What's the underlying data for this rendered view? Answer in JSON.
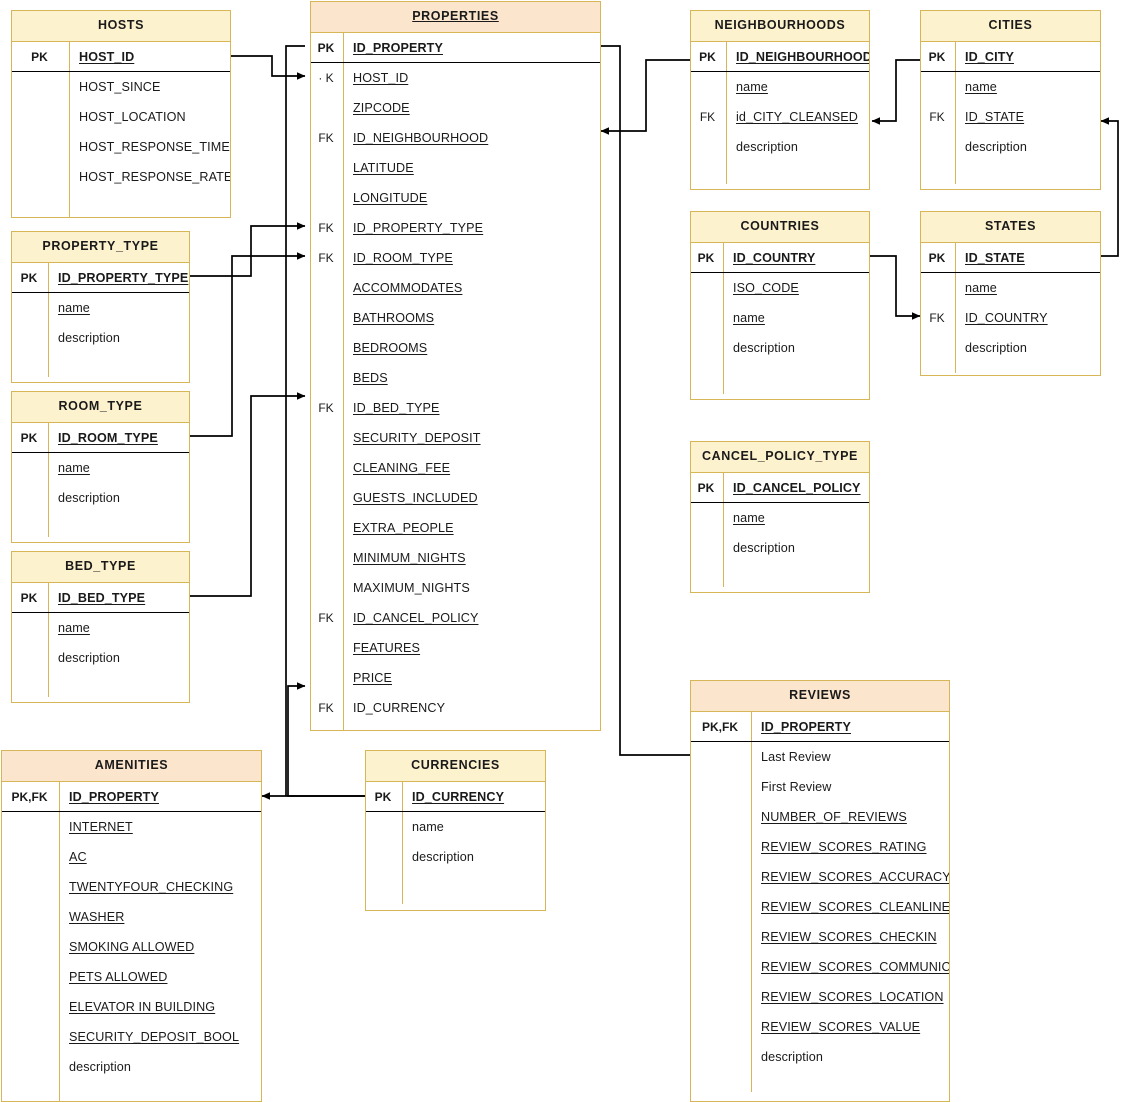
{
  "diagram": {
    "kind": "entity-relationship-diagram",
    "colors": {
      "header_yellow": "#FDF2CE",
      "header_orange": "#FCE5CD",
      "border_gold": "#D6B656",
      "rule_black": "#000000",
      "text": "#1A1A1A",
      "background": "#FFFFFF"
    },
    "key_labels": {
      "pk": "PK",
      "fk": "FK",
      "pkfk": "PK,FK",
      "fk_clipped": "· K"
    }
  },
  "entities": [
    {
      "id": "hosts",
      "title": "HOSTS",
      "accent": false,
      "title_underline": false,
      "fields": [
        {
          "key": "PK",
          "name": "HOST_ID",
          "underline": true,
          "bold": true,
          "pk": true
        },
        {
          "key": "",
          "name": "HOST_SINCE",
          "underline": false,
          "bold": false,
          "pk": false
        },
        {
          "key": "",
          "name": "HOST_LOCATION",
          "underline": false,
          "bold": false,
          "pk": false
        },
        {
          "key": "",
          "name": "HOST_RESPONSE_TIME",
          "underline": false,
          "bold": false,
          "pk": false
        },
        {
          "key": "",
          "name": "HOST_RESPONSE_RATE",
          "underline": false,
          "bold": false,
          "pk": false
        }
      ]
    },
    {
      "id": "property_type",
      "title": "PROPERTY_TYPE",
      "accent": false,
      "title_underline": false,
      "fields": [
        {
          "key": "PK",
          "name": "ID_PROPERTY_TYPE",
          "underline": true,
          "bold": true,
          "pk": true
        },
        {
          "key": "",
          "name": "name",
          "underline": true,
          "bold": false,
          "pk": false
        },
        {
          "key": "",
          "name": "description",
          "underline": false,
          "bold": false,
          "pk": false
        }
      ]
    },
    {
      "id": "room_type",
      "title": "ROOM_TYPE",
      "accent": false,
      "title_underline": false,
      "fields": [
        {
          "key": "PK",
          "name": "ID_ROOM_TYPE",
          "underline": true,
          "bold": true,
          "pk": true
        },
        {
          "key": "",
          "name": "name",
          "underline": true,
          "bold": false,
          "pk": false
        },
        {
          "key": "",
          "name": "description",
          "underline": false,
          "bold": false,
          "pk": false
        }
      ]
    },
    {
      "id": "bed_type",
      "title": "BED_TYPE",
      "accent": false,
      "title_underline": false,
      "fields": [
        {
          "key": "PK",
          "name": "ID_BED_TYPE",
          "underline": true,
          "bold": true,
          "pk": true
        },
        {
          "key": "",
          "name": "name",
          "underline": true,
          "bold": false,
          "pk": false
        },
        {
          "key": "",
          "name": "description",
          "underline": false,
          "bold": false,
          "pk": false
        }
      ]
    },
    {
      "id": "amenities",
      "title": "AMENITIES",
      "accent": true,
      "title_underline": false,
      "fields": [
        {
          "key": "PK,FK",
          "name": "ID_PROPERTY",
          "underline": true,
          "bold": true,
          "pk": true
        },
        {
          "key": "",
          "name": "INTERNET",
          "underline": true,
          "bold": false,
          "pk": false
        },
        {
          "key": "",
          "name": "AC",
          "underline": true,
          "bold": false,
          "pk": false
        },
        {
          "key": "",
          "name": "TWENTYFOUR_CHECKING",
          "underline": true,
          "bold": false,
          "pk": false
        },
        {
          "key": "",
          "name": "WASHER",
          "underline": true,
          "bold": false,
          "pk": false
        },
        {
          "key": "",
          "name": "SMOKING ALLOWED",
          "underline": true,
          "bold": false,
          "pk": false
        },
        {
          "key": "",
          "name": "PETS ALLOWED",
          "underline": true,
          "bold": false,
          "pk": false
        },
        {
          "key": "",
          "name": "ELEVATOR IN BUILDING",
          "underline": true,
          "bold": false,
          "pk": false
        },
        {
          "key": "",
          "name": "SECURITY_DEPOSIT_BOOL",
          "underline": true,
          "bold": false,
          "pk": false
        },
        {
          "key": "",
          "name": "description",
          "underline": false,
          "bold": false,
          "pk": false
        }
      ]
    },
    {
      "id": "properties",
      "title": "PROPERTIES",
      "accent": true,
      "title_underline": true,
      "fields": [
        {
          "key": "PK",
          "name": "ID_PROPERTY",
          "underline": true,
          "bold": true,
          "pk": true
        },
        {
          "key": "· K",
          "name": "HOST_ID",
          "underline": true,
          "bold": false,
          "pk": false
        },
        {
          "key": "",
          "name": "ZIPCODE",
          "underline": true,
          "bold": false,
          "pk": false
        },
        {
          "key": "FK",
          "name": "ID_NEIGHBOURHOOD",
          "underline": true,
          "bold": false,
          "pk": false
        },
        {
          "key": "",
          "name": "LATITUDE",
          "underline": true,
          "bold": false,
          "pk": false
        },
        {
          "key": "",
          "name": "LONGITUDE",
          "underline": true,
          "bold": false,
          "pk": false
        },
        {
          "key": "FK",
          "name": "ID_PROPERTY_TYPE",
          "underline": true,
          "bold": false,
          "pk": false
        },
        {
          "key": "FK",
          "name": "ID_ROOM_TYPE",
          "underline": true,
          "bold": false,
          "pk": false
        },
        {
          "key": "",
          "name": "ACCOMMODATES",
          "underline": true,
          "bold": false,
          "pk": false
        },
        {
          "key": "",
          "name": "BATHROOMS",
          "underline": true,
          "bold": false,
          "pk": false
        },
        {
          "key": "",
          "name": "BEDROOMS",
          "underline": true,
          "bold": false,
          "pk": false
        },
        {
          "key": "",
          "name": "BEDS",
          "underline": true,
          "bold": false,
          "pk": false
        },
        {
          "key": "FK",
          "name": "ID_BED_TYPE",
          "underline": true,
          "bold": false,
          "pk": false
        },
        {
          "key": "",
          "name": "SECURITY_DEPOSIT",
          "underline": true,
          "bold": false,
          "pk": false
        },
        {
          "key": "",
          "name": "CLEANING_FEE",
          "underline": true,
          "bold": false,
          "pk": false
        },
        {
          "key": "",
          "name": "GUESTS_INCLUDED",
          "underline": true,
          "bold": false,
          "pk": false
        },
        {
          "key": "",
          "name": "EXTRA_PEOPLE",
          "underline": true,
          "bold": false,
          "pk": false
        },
        {
          "key": "",
          "name": "MINIMUM_NIGHTS",
          "underline": true,
          "bold": false,
          "pk": false
        },
        {
          "key": "",
          "name": "MAXIMUM_NIGHTS",
          "underline": false,
          "bold": false,
          "pk": false
        },
        {
          "key": "FK",
          "name": "ID_CANCEL_POLICY",
          "underline": true,
          "bold": false,
          "pk": false
        },
        {
          "key": "",
          "name": "FEATURES",
          "underline": true,
          "bold": false,
          "pk": false
        },
        {
          "key": "",
          "name": "PRICE",
          "underline": true,
          "bold": false,
          "pk": false
        },
        {
          "key": "FK",
          "name": "ID_CURRENCY",
          "underline": false,
          "bold": false,
          "pk": false
        }
      ]
    },
    {
      "id": "currencies",
      "title": "CURRENCIES",
      "accent": false,
      "title_underline": false,
      "fields": [
        {
          "key": "PK",
          "name": "ID_CURRENCY",
          "underline": true,
          "bold": true,
          "pk": true
        },
        {
          "key": "",
          "name": "name",
          "underline": false,
          "bold": false,
          "pk": false
        },
        {
          "key": "",
          "name": "description",
          "underline": false,
          "bold": false,
          "pk": false
        }
      ]
    },
    {
      "id": "neighbourhoods",
      "title": "NEIGHBOURHOODS",
      "accent": false,
      "title_underline": false,
      "fields": [
        {
          "key": "PK",
          "name": "ID_NEIGHBOURHOOD",
          "underline": true,
          "bold": true,
          "pk": true
        },
        {
          "key": "",
          "name": "name",
          "underline": true,
          "bold": false,
          "pk": false
        },
        {
          "key": "FK",
          "name": "id_CITY_CLEANSED",
          "underline": true,
          "bold": false,
          "pk": false
        },
        {
          "key": "",
          "name": "description",
          "underline": false,
          "bold": false,
          "pk": false
        }
      ]
    },
    {
      "id": "cities",
      "title": "CITIES",
      "accent": false,
      "title_underline": false,
      "fields": [
        {
          "key": "PK",
          "name": "ID_CITY",
          "underline": true,
          "bold": true,
          "pk": true
        },
        {
          "key": "",
          "name": "name",
          "underline": true,
          "bold": false,
          "pk": false
        },
        {
          "key": "FK",
          "name": "ID_STATE",
          "underline": true,
          "bold": false,
          "pk": false
        },
        {
          "key": "",
          "name": "description",
          "underline": false,
          "bold": false,
          "pk": false
        }
      ]
    },
    {
      "id": "countries",
      "title": "COUNTRIES",
      "accent": false,
      "title_underline": false,
      "fields": [
        {
          "key": "PK",
          "name": "ID_COUNTRY",
          "underline": true,
          "bold": true,
          "pk": true
        },
        {
          "key": "",
          "name": "ISO_CODE",
          "underline": true,
          "bold": false,
          "pk": false
        },
        {
          "key": "",
          "name": "name",
          "underline": true,
          "bold": false,
          "pk": false
        },
        {
          "key": "",
          "name": "description",
          "underline": false,
          "bold": false,
          "pk": false
        }
      ]
    },
    {
      "id": "states",
      "title": "STATES",
      "accent": false,
      "title_underline": false,
      "fields": [
        {
          "key": "PK",
          "name": "ID_STATE",
          "underline": true,
          "bold": true,
          "pk": true
        },
        {
          "key": "",
          "name": "name",
          "underline": true,
          "bold": false,
          "pk": false
        },
        {
          "key": "FK",
          "name": "ID_COUNTRY",
          "underline": true,
          "bold": false,
          "pk": false
        },
        {
          "key": "",
          "name": "description",
          "underline": false,
          "bold": false,
          "pk": false
        }
      ]
    },
    {
      "id": "cancel_policy_type",
      "title": "CANCEL_POLICY_TYPE",
      "accent": false,
      "title_underline": false,
      "fields": [
        {
          "key": "PK",
          "name": "ID_CANCEL_POLICY",
          "underline": true,
          "bold": true,
          "pk": true
        },
        {
          "key": "",
          "name": "name",
          "underline": true,
          "bold": false,
          "pk": false
        },
        {
          "key": "",
          "name": "description",
          "underline": false,
          "bold": false,
          "pk": false
        }
      ]
    },
    {
      "id": "reviews",
      "title": "REVIEWS",
      "accent": true,
      "title_underline": false,
      "fields": [
        {
          "key": "PK,FK",
          "name": "ID_PROPERTY",
          "underline": true,
          "bold": true,
          "pk": true
        },
        {
          "key": "",
          "name": "Last Review",
          "underline": false,
          "bold": false,
          "pk": false
        },
        {
          "key": "",
          "name": "First Review",
          "underline": false,
          "bold": false,
          "pk": false
        },
        {
          "key": "",
          "name": "NUMBER_OF_REVIEWS",
          "underline": true,
          "bold": false,
          "pk": false
        },
        {
          "key": "",
          "name": "REVIEW_SCORES_RATING",
          "underline": true,
          "bold": false,
          "pk": false
        },
        {
          "key": "",
          "name": "REVIEW_SCORES_ACCURACY",
          "underline": true,
          "bold": false,
          "pk": false
        },
        {
          "key": "",
          "name": "REVIEW_SCORES_CLEANLINESS",
          "underline": true,
          "bold": false,
          "pk": false
        },
        {
          "key": "",
          "name": "REVIEW_SCORES_CHECKIN",
          "underline": true,
          "bold": false,
          "pk": false
        },
        {
          "key": "",
          "name": "REVIEW_SCORES_COMMUNICATION",
          "underline": true,
          "bold": false,
          "pk": false
        },
        {
          "key": "",
          "name": "REVIEW_SCORES_LOCATION",
          "underline": true,
          "bold": false,
          "pk": false
        },
        {
          "key": "",
          "name": "REVIEW_SCORES_VALUE",
          "underline": true,
          "bold": false,
          "pk": false
        },
        {
          "key": "",
          "name": "description",
          "underline": false,
          "bold": false,
          "pk": false
        }
      ]
    }
  ],
  "relationships": [
    {
      "from": "HOSTS.HOST_ID",
      "to": "PROPERTIES.HOST_ID"
    },
    {
      "from": "PROPERTY_TYPE.ID_PROPERTY_TYPE",
      "to": "PROPERTIES.ID_PROPERTY_TYPE"
    },
    {
      "from": "ROOM_TYPE.ID_ROOM_TYPE",
      "to": "PROPERTIES.ID_ROOM_TYPE"
    },
    {
      "from": "BED_TYPE.ID_BED_TYPE",
      "to": "PROPERTIES.ID_BED_TYPE"
    },
    {
      "from": "CURRENCIES.ID_CURRENCY",
      "to": "PROPERTIES.ID_CURRENCY"
    },
    {
      "from": "CURRENCIES.ID_CURRENCY",
      "to": "AMENITIES.ID_PROPERTY"
    },
    {
      "from": "PROPERTIES.ID_PROPERTY",
      "to": "AMENITIES.ID_PROPERTY"
    },
    {
      "from": "NEIGHBOURHOODS.ID_NEIGHBOURHOOD",
      "to": "PROPERTIES.ID_NEIGHBOURHOOD"
    },
    {
      "from": "CITIES.ID_CITY",
      "to": "NEIGHBOURHOODS.id_CITY_CLEANSED"
    },
    {
      "from": "COUNTRIES.ID_COUNTRY",
      "to": "STATES.ID_COUNTRY"
    },
    {
      "from": "STATES.ID_STATE",
      "to": "CITIES.ID_STATE"
    },
    {
      "from": "PROPERTIES.ID_PROPERTY",
      "to": "REVIEWS.ID_PROPERTY"
    }
  ]
}
